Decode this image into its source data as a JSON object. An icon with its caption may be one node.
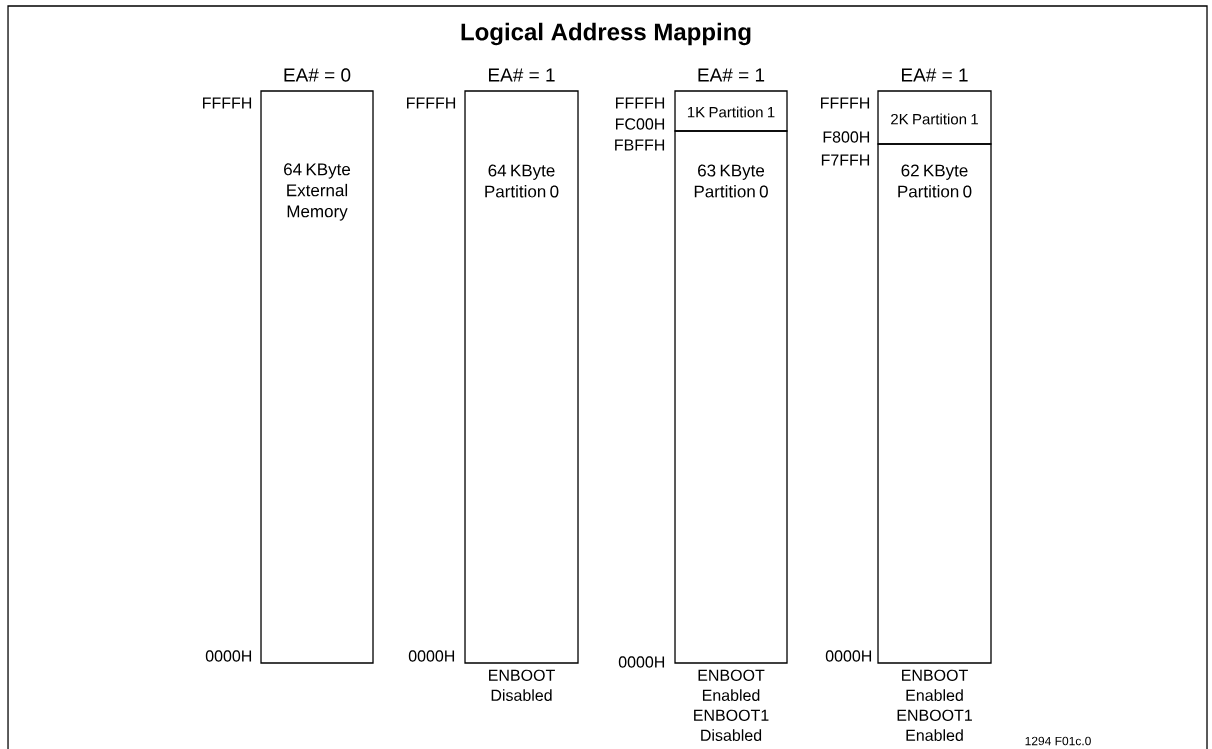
{
  "diagram": {
    "title": "Logical Address Mapping",
    "nodes": [
      {
        "text": [
          "EA# = 0",
          "64 KByte External Memory"
        ]
      },
      {
        "text": [
          "EA# = 1",
          "64 KByte Partition 0"
        ],
        "beside": [
          "ENBOOT Disabled"
        ]
      },
      {
        "text": [
          "EA# = 1",
          "1K Partition 1"
        ]
      },
      {
        "text": [
          "63 KByte Partition 0"
        ],
        "beside": [
          "ENBOOT Enabled ENBOOT1 Disabled"
        ]
      },
      {
        "text": [
          "EA# = 1",
          "2K Partition 1"
        ]
      },
      {
        "text": [
          "62 KByte Partition 0"
        ],
        "beside": [
          "ENBOOT Enabled ENBOOT1 Enabled"
        ]
      }
    ],
    "labels": [
      "FFFFH",
      "FFFFH",
      "FFFFH",
      "FC00H",
      "FBFFH",
      "FFFFH",
      "F800H",
      "F7FFH",
      "0000H",
      "0000H",
      "0000H",
      "0000H",
      "1294 F01c.0"
    ]
  }
}
